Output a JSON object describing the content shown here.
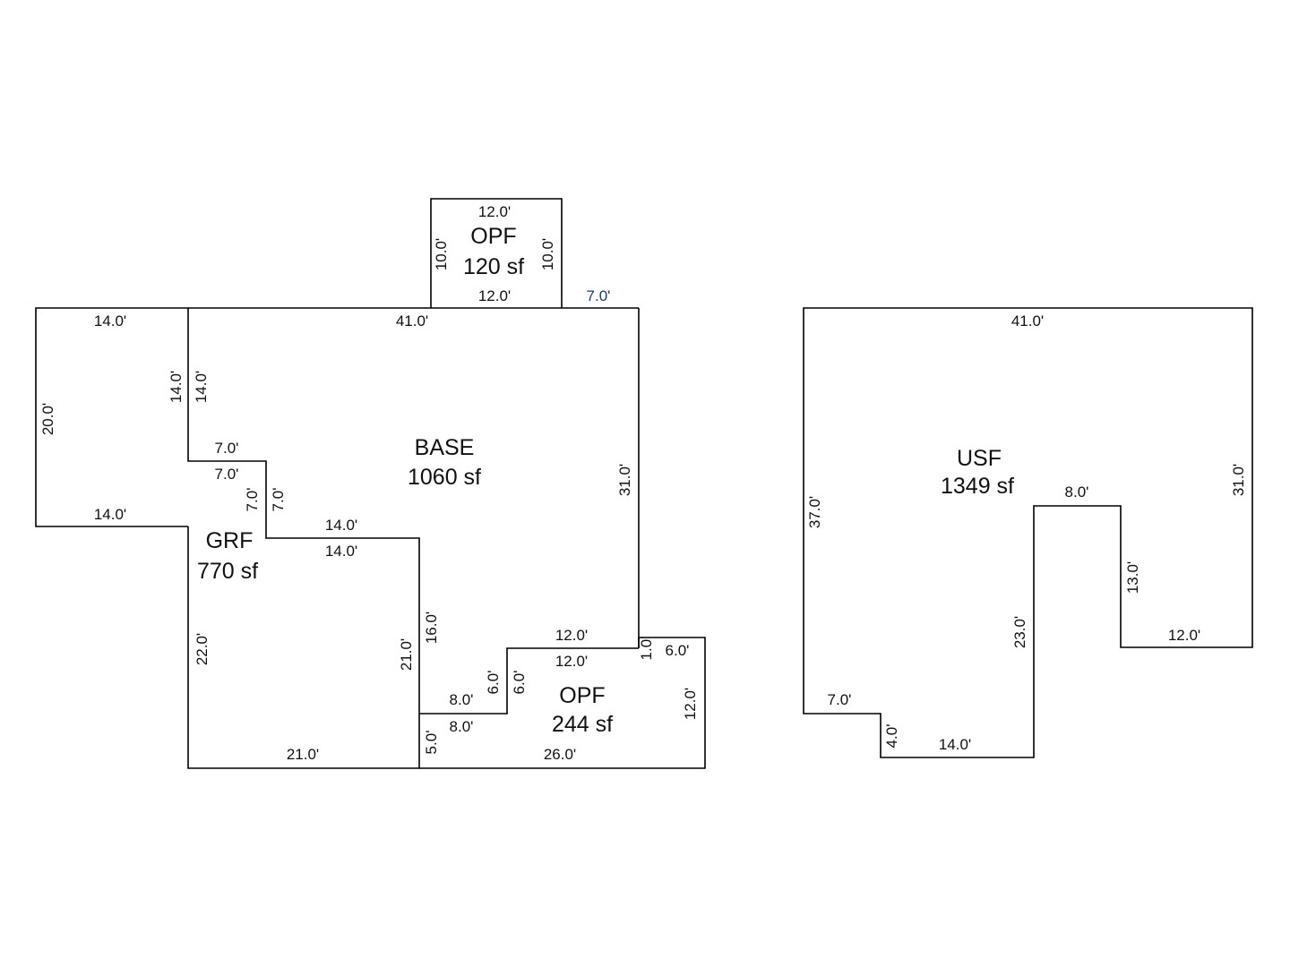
{
  "areas": {
    "opf_top": {
      "name": "OPF",
      "size": "120 sf"
    },
    "base": {
      "name": "BASE",
      "size": "1060 sf"
    },
    "grf": {
      "name": "GRF",
      "size": "770 sf"
    },
    "opf_bottom": {
      "name": "OPF",
      "size": "244 sf"
    },
    "usf": {
      "name": "USF",
      "size": "1349 sf"
    }
  },
  "dimensions": {
    "opf_top_top": "12.0'",
    "opf_top_left": "10.0'",
    "opf_top_right": "10.0'",
    "opf_top_bottom": "12.0'",
    "base_top_right": "7.0'",
    "base_top": "41.0'",
    "garage_wing_top": "14.0'",
    "garage_wing_left": "20.0'",
    "garage_wing_bottom": "14.0'",
    "base_left_step_outer": "14.0'",
    "base_left_step_inner": "14.0'",
    "step_a_top": "7.0'",
    "step_a_bottom": "7.0'",
    "step_b_left": "7.0'",
    "step_b_right": "7.0'",
    "step_c_top": "14.0'",
    "step_c_bottom": "14.0'",
    "base_right": "31.0'",
    "grf_left": "22.0'",
    "grf_right": "21.0'",
    "grf_bottom": "21.0'",
    "base_inner_vertical": "16.0'",
    "opf_b_left_low": "5.0'",
    "opf_b_step_top": "8.0'",
    "opf_b_step_bottom": "8.0'",
    "opf_b_step_v_left": "6.0'",
    "opf_b_step_v_right": "6.0'",
    "opf_b_top_outer": "12.0'",
    "opf_b_top_inner": "12.0'",
    "opf_b_small_v": "1.0'",
    "opf_b_right_top": "6.0'",
    "opf_b_right": "12.0'",
    "opf_b_bottom": "26.0'",
    "usf_top": "41.0'",
    "usf_left": "37.0'",
    "usf_right": "31.0'",
    "usf_notch_top": "8.0'",
    "usf_notch_right": "13.0'",
    "usf_right_bottom": "12.0'",
    "usf_notch_left": "23.0'",
    "usf_bottom_left": "7.0'",
    "usf_step_v": "4.0'",
    "usf_bottom": "14.0'"
  }
}
